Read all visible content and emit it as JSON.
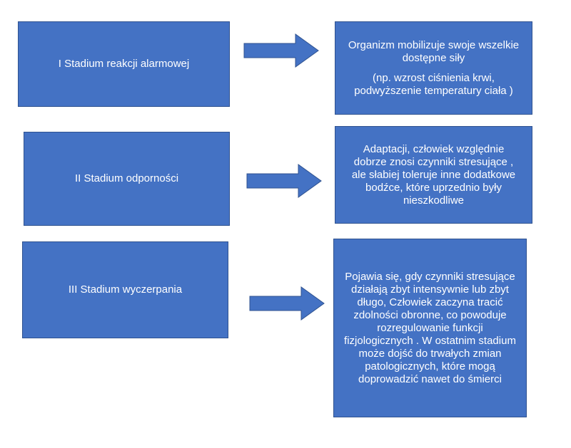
{
  "colors": {
    "box_fill": "#4472C4",
    "box_border": "#2F528F",
    "text": "#ffffff"
  },
  "rows": [
    {
      "stage": "I Stadium reakcji alarmowej",
      "desc_main": "Organizm mobilizuje swoje wszelkie dostępne siły",
      "desc_note": "(np. wzrost ciśnienia krwi, podwyższenie temperatury ciała )"
    },
    {
      "stage": "II Stadium odporności",
      "desc_main": "Adaptacji, człowiek względnie dobrze znosi czynniki stresujące , ale słabiej toleruje inne dodatkowe bodźce, które uprzednio były nieszkodliwe"
    },
    {
      "stage": "III Stadium wyczerpania",
      "desc_main": "Pojawia się, gdy czynniki stresujące działają zbyt intensywnie lub zbyt długo, Człowiek zaczyna tracić zdolności obronne, co powoduje rozregulowanie funkcji fizjologicznych . W ostatnim stadium  może dojść do trwałych zmian  patologicznych, które mogą doprowadzić nawet do śmierci"
    }
  ]
}
